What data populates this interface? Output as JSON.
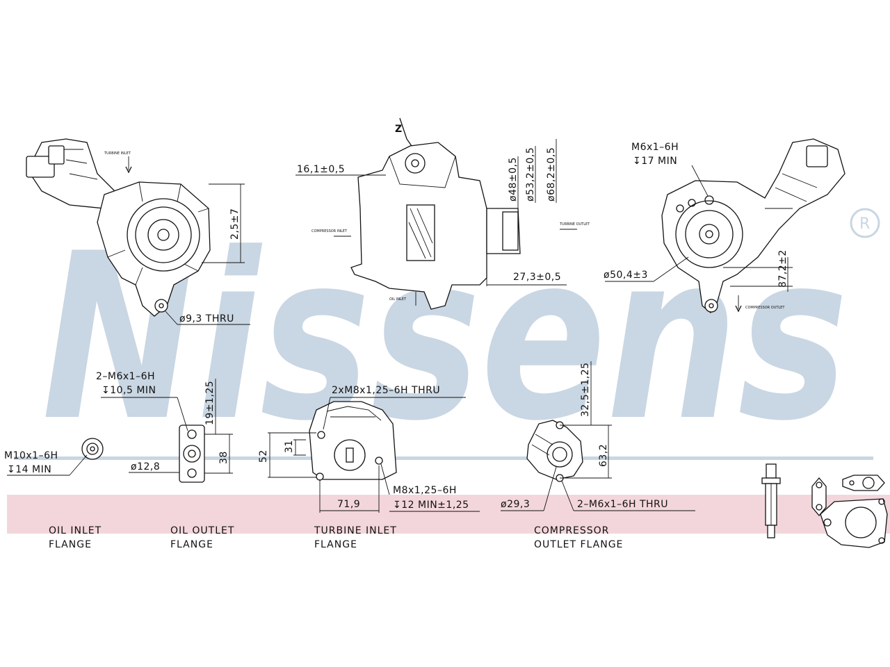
{
  "logo": {
    "text": "Nissens",
    "registered": "®",
    "color": "#c9d6e3"
  },
  "band_color": "#f3d6db",
  "rule_color": "#c9d6e3",
  "views": {
    "left": {
      "dim_height": "2,5±7",
      "hole": "ø9,3 THRU",
      "note": "TURBINE INLET"
    },
    "center": {
      "dim_offset": "16,1±0,5",
      "dim_d48": "ø48±0,5",
      "dim_d53": "ø53,2±0,5",
      "dim_d68": "ø68,2±0,5",
      "dim_length": "27,3±0,5",
      "note_left": "COMPRESSOR INLET",
      "note_right": "TURBINE OUTLET",
      "note_bottom": "OIL INLET",
      "top_mark": "Z"
    },
    "right": {
      "thread_1": "M6x1–6H",
      "thread_2": "↧17 MIN",
      "dim_d": "ø50,4±3",
      "dim_small": "87,2±2",
      "note": "COMPRESSOR OUTLET"
    }
  },
  "flanges": {
    "oil_inlet": {
      "thread_1": "M10x1–6H",
      "thread_2": "↧14 MIN",
      "caption_1": "OIL INLET",
      "caption_2": "FLANGE"
    },
    "oil_outlet": {
      "thread_1": "2–M6x1–6H",
      "thread_2": "↧10,5 MIN",
      "dim_d": "ø12,8",
      "dim_v": "19±1,25",
      "dim_h": "38",
      "caption_1": "OIL OUTLET",
      "caption_2": "FLANGE"
    },
    "turbine_inlet": {
      "thread_top": "2xM8x1,25–6H THRU",
      "thread_1": "M8x1,25–6H",
      "thread_2": "↧12 MIN±1,25",
      "dim_w": "71,9",
      "dim_h": "52",
      "dim_inner": "31",
      "caption_1": "TURBINE INLET",
      "caption_2": "FLANGE"
    },
    "compressor_outlet": {
      "dim_top": "32,5±1,25",
      "dim_h": "63,2",
      "dim_d": "ø29,3",
      "thread": "2–M6x1–6H THRU",
      "caption_1": "COMPRESSOR",
      "caption_2": "OUTLET FLANGE"
    }
  }
}
